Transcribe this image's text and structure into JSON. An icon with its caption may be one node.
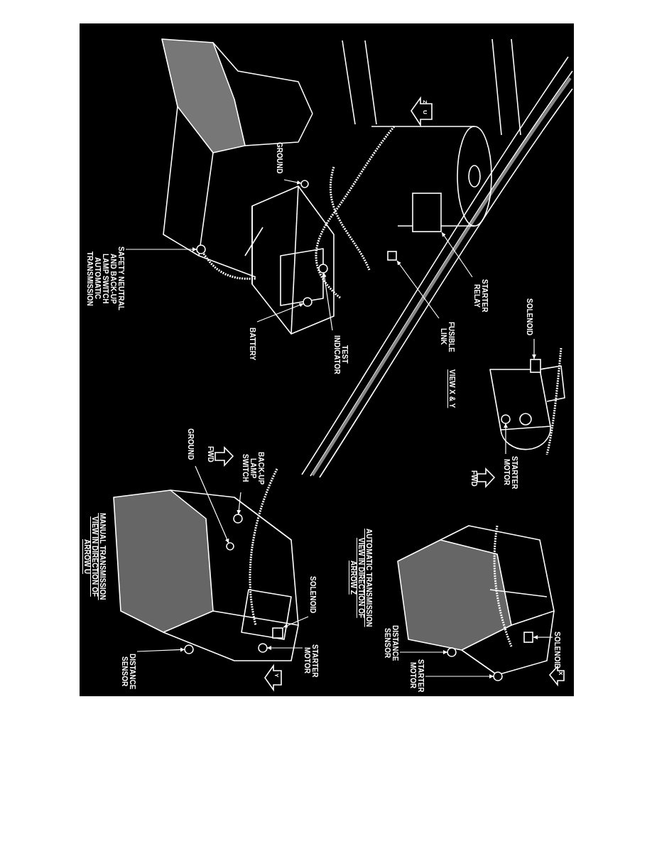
{
  "diagram": {
    "nodes": [
      {
        "text": [
          "SAFETY NEUTRAL AND BACK-UP LAMP SWITCH AUTOMATIC TRANSMISSION"
        ]
      },
      {
        "text": [
          "GROUND"
        ]
      },
      {
        "text": [
          "BATTERY"
        ]
      },
      {
        "text": [
          "TEST INDICATOR"
        ]
      },
      {
        "text": [
          "FUSIBLE LINK"
        ]
      },
      {
        "text": [
          "STARTER RELAY"
        ]
      },
      {
        "text": [
          "SOLENOID"
        ]
      },
      {
        "text": [
          "STARTER MOTOR"
        ]
      },
      {
        "text": [
          "GROUND"
        ]
      },
      {
        "text": [
          "BACK-UP LAMP SWITCH"
        ]
      },
      {
        "text": [
          "SOLENOID"
        ]
      },
      {
        "text": [
          "STARTER MOTOR"
        ]
      },
      {
        "text": [
          "DISTANCE SENSOR"
        ]
      },
      {
        "text": [
          "DISTANCE SENSOR"
        ]
      },
      {
        "text": [
          "STARTER MOTOR"
        ]
      },
      {
        "text": [
          "SOLENOID"
        ]
      },
      {
        "text": [],
        "shape": "circle"
      },
      {
        "text": [],
        "shape": "circle"
      },
      {
        "text": [],
        "shape": "circle"
      },
      {
        "text": [],
        "shape": "circle"
      },
      {
        "text": [],
        "shape": "box"
      },
      {
        "text": [],
        "shape": "box"
      },
      {
        "text": [],
        "shape": "box"
      },
      {
        "text": [],
        "shape": "circle"
      },
      {
        "text": [],
        "shape": "circle"
      },
      {
        "text": [],
        "shape": "circle"
      },
      {
        "text": [],
        "shape": "box"
      },
      {
        "text": [],
        "shape": "circle"
      },
      {
        "text": [],
        "shape": "circle"
      },
      {
        "text": [],
        "shape": "circle"
      },
      {
        "text": [],
        "shape": "circle"
      },
      {
        "text": [],
        "shape": "box"
      }
    ],
    "edges": [
      {
        "from": 0,
        "to": 16,
        "arrow": "to"
      },
      {
        "from": 1,
        "to": 17,
        "arrow": "to"
      },
      {
        "from": 2,
        "to": 18,
        "arrow": "to"
      },
      {
        "from": 3,
        "to": 19,
        "arrow": "to"
      },
      {
        "from": 4,
        "to": 20,
        "arrow": "to"
      },
      {
        "from": 5,
        "to": 21,
        "arrow": "to"
      },
      {
        "from": 6,
        "to": 22,
        "arrow": "to"
      },
      {
        "from": 7,
        "to": 23,
        "arrow": "to"
      },
      {
        "from": 8,
        "to": 24,
        "arrow": "to"
      },
      {
        "from": 9,
        "to": 25,
        "arrow": "to"
      },
      {
        "from": 10,
        "to": 26,
        "arrow": "to"
      },
      {
        "from": 11,
        "to": 27,
        "arrow": "to"
      },
      {
        "from": 12,
        "to": 28,
        "arrow": "to"
      },
      {
        "from": 13,
        "to": 29,
        "arrow": "to"
      },
      {
        "from": 14,
        "to": 30,
        "arrow": "to"
      },
      {
        "from": 15,
        "to": 31,
        "arrow": "to"
      }
    ],
    "labels": [
      "Z",
      "U",
      "VIEW X & Y",
      "FWD",
      "AUTOMATIC TRANSMISSION VIEW IN DIRECTION OF ARROW Z",
      "X",
      "FWD",
      "MANUAL TRANSMISSION VIEW IN DIRECTION OF ARROW U",
      "Y"
    ]
  }
}
